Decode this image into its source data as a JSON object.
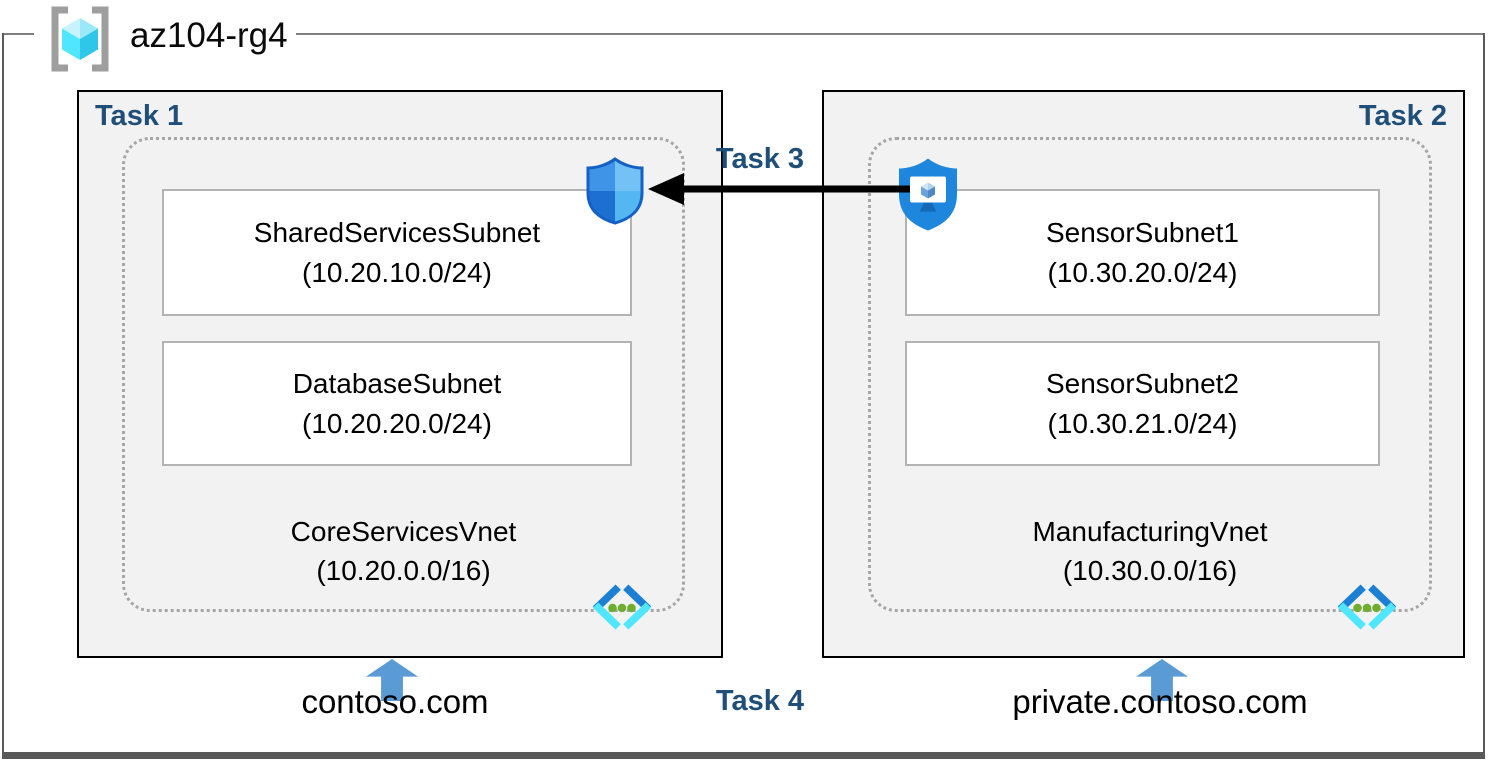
{
  "resource_group": {
    "name": "az104-rg4"
  },
  "colors": {
    "task_label": "#1F4E79",
    "box_fill": "#F2F2F2",
    "box_border": "#000000",
    "frame_gray": "#595959",
    "dotted_border": "#A6A6A6",
    "blue_arrow": "#5B9BD5",
    "black_arrow": "#000000",
    "vnet_icon_blue": "#1B7FD4",
    "vnet_icon_cyan": "#50E6FF",
    "vnet_icon_green": "#6FAD2F",
    "shield_blue": "#1E86DC"
  },
  "left_vnet": {
    "task_label": "Task 1",
    "subnet1": {
      "name": "SharedServicesSubnet",
      "cidr": "(10.20.10.0/24)"
    },
    "subnet2": {
      "name": "DatabaseSubnet",
      "cidr": "(10.20.20.0/24)"
    },
    "name": "CoreServicesVnet",
    "cidr": "(10.20.0.0/16)",
    "dns_label": "contoso.com"
  },
  "right_vnet": {
    "task_label": "Task 2",
    "subnet1": {
      "name": "SensorSubnet1",
      "cidr": "(10.30.20.0/24)"
    },
    "subnet2": {
      "name": "SensorSubnet2",
      "cidr": "(10.30.21.0/24)"
    },
    "name": "ManufacturingVnet",
    "cidr": "(10.30.0.0/16)",
    "dns_label": "private.contoso.com"
  },
  "annotations": {
    "task3_label": "Task 3",
    "task4_label": "Task 4"
  },
  "icons": {
    "resource_group": "resource-group-icon",
    "network_security": "shield-quartered-icon",
    "bastion": "shield-monitor-icon",
    "virtual_network": "virtual-network-brackets-icon"
  }
}
